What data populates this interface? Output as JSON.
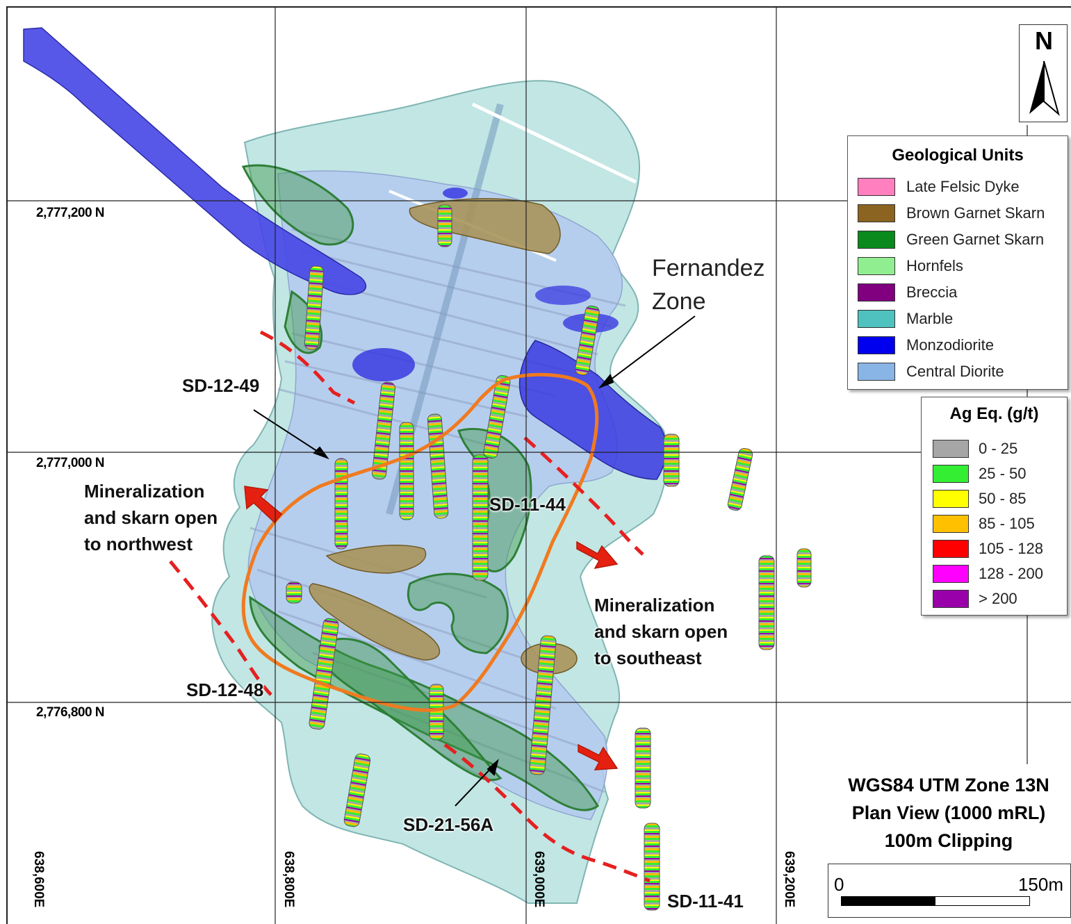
{
  "grid": {
    "northings": [
      "2,777,200 N",
      "2,777,000 N",
      "2,776,800 N"
    ],
    "eastings": [
      "638,600E",
      "638,800E",
      "639,000E",
      "639,200E"
    ]
  },
  "labels": {
    "fernandez_zone": [
      "Fernandez",
      "Zone"
    ],
    "nw_open": [
      "Mineralization",
      "and skarn open",
      "to northwest"
    ],
    "se_open": [
      "Mineralization",
      "and skarn open",
      "to southeast"
    ],
    "holes": {
      "sd_12_49": "SD-12-49",
      "sd_11_44": "SD-11-44",
      "sd_12_48": "SD-12-48",
      "sd_21_56a": "SD-21-56A",
      "sd_11_41": "SD-11-41"
    }
  },
  "north_arrow": {
    "label": "N"
  },
  "geological_legend": {
    "title": "Geological Units",
    "items": [
      {
        "label": "Late Felsic Dyke",
        "color": "#ff7fbf"
      },
      {
        "label": "Brown Garnet Skarn",
        "color": "#8a6420"
      },
      {
        "label": "Green Garnet Skarn",
        "color": "#0a8a1c"
      },
      {
        "label": "Hornfels",
        "color": "#90ee90"
      },
      {
        "label": "Breccia",
        "color": "#800080"
      },
      {
        "label": "Marble",
        "color": "#4fc1bf"
      },
      {
        "label": "Monzodiorite",
        "color": "#0000ee"
      },
      {
        "label": "Central Diorite",
        "color": "#89b5e6"
      }
    ]
  },
  "grade_legend": {
    "title": "Ag Eq. (g/t)",
    "items": [
      {
        "label": "0 - 25",
        "color": "#a6a6a6"
      },
      {
        "label": "25 - 50",
        "color": "#33ee33"
      },
      {
        "label": "50 - 85",
        "color": "#ffff00"
      },
      {
        "label": "85 - 105",
        "color": "#ffc000"
      },
      {
        "label": "105 - 128",
        "color": "#ff0000"
      },
      {
        "label": "128 - 200",
        "color": "#ff00ff"
      },
      {
        "label": "> 200",
        "color": "#9900aa"
      }
    ]
  },
  "projection": [
    "WGS84 UTM Zone 13N",
    "Plan View (1000 mRL)",
    "100m Clipping"
  ],
  "scale_bar": {
    "start": "0",
    "end": "150m"
  },
  "colors": {
    "marble": "#9fd9d6",
    "central_diorite": "#a9c6ec",
    "monzodiorite": "#3a3ae0",
    "green_skarn": "#3e9a4a",
    "brown_skarn": "#a9935a",
    "zone_outline": "#f07a20",
    "structure_line": "#e52020",
    "arrow": "#e62010"
  }
}
